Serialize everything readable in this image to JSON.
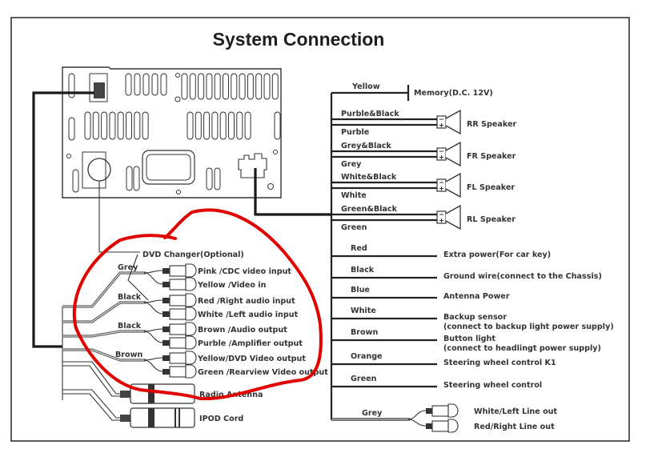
{
  "title": "System Connection",
  "colors": {
    "ink": "#222222",
    "annotation": "#e00000",
    "background": "#ffffff"
  },
  "head_unit": {
    "name": "head-unit-rear-panel",
    "icon": "head-unit-icon"
  },
  "right_bus": {
    "memory": {
      "wire": "Yellow",
      "label": "Memory(D.C. 12V)"
    },
    "speakers": [
      {
        "neg_wire": "Purble&Black",
        "pos_wire": "Purble",
        "label": "RR Speaker"
      },
      {
        "neg_wire": "Grey&Black",
        "pos_wire": "Grey",
        "label": "FR Speaker"
      },
      {
        "neg_wire": "White&Black",
        "pos_wire": "White",
        "label": "FL Speaker"
      },
      {
        "neg_wire": "Green&Black",
        "pos_wire": "Green",
        "label": "RL Speaker"
      }
    ],
    "wires": [
      {
        "wire": "Red",
        "label": "Extra power(For car key)",
        "label2": ""
      },
      {
        "wire": "Black",
        "label": "Ground wire(connect to the Chassis)",
        "label2": ""
      },
      {
        "wire": "Blue",
        "label": "Antenna Power",
        "label2": ""
      },
      {
        "wire": "White",
        "label": "Backup sensor",
        "label2": "(connect to backup light power supply)"
      },
      {
        "wire": "Brown",
        "label": "Button light",
        "label2": "(connect to headlingt power supply)"
      },
      {
        "wire": "Orange",
        "label": "Steering wheel control K1",
        "label2": ""
      },
      {
        "wire": "Green",
        "label": "Steering wheel control",
        "label2": ""
      }
    ],
    "line_out": {
      "wire": "Grey",
      "outputs": [
        "White/Left Line out",
        "Red/Right Line out"
      ]
    }
  },
  "left_harness": {
    "dvd_changer": "DVD Changer(Optional)",
    "rca_groups": [
      {
        "wire": "Grey",
        "jacks": [
          "Pink /CDC video input",
          "Yellow /Video in"
        ]
      },
      {
        "wire": "Black",
        "jacks": [
          "Red /Right audio input",
          "White /Left audio input"
        ]
      },
      {
        "wire": "Black",
        "jacks": [
          "Brown /Audio output",
          "Purble /Amplifier output"
        ]
      },
      {
        "wire": "Brown",
        "jacks": [
          "Yellow/DVD Video output",
          "Green /Rearview Video output"
        ]
      }
    ],
    "plugs": [
      "Radio Antenna",
      "IPOD Cord"
    ]
  },
  "annotation": {
    "type": "hand-drawn-circle",
    "encloses": "RCA audio/video connectors"
  }
}
